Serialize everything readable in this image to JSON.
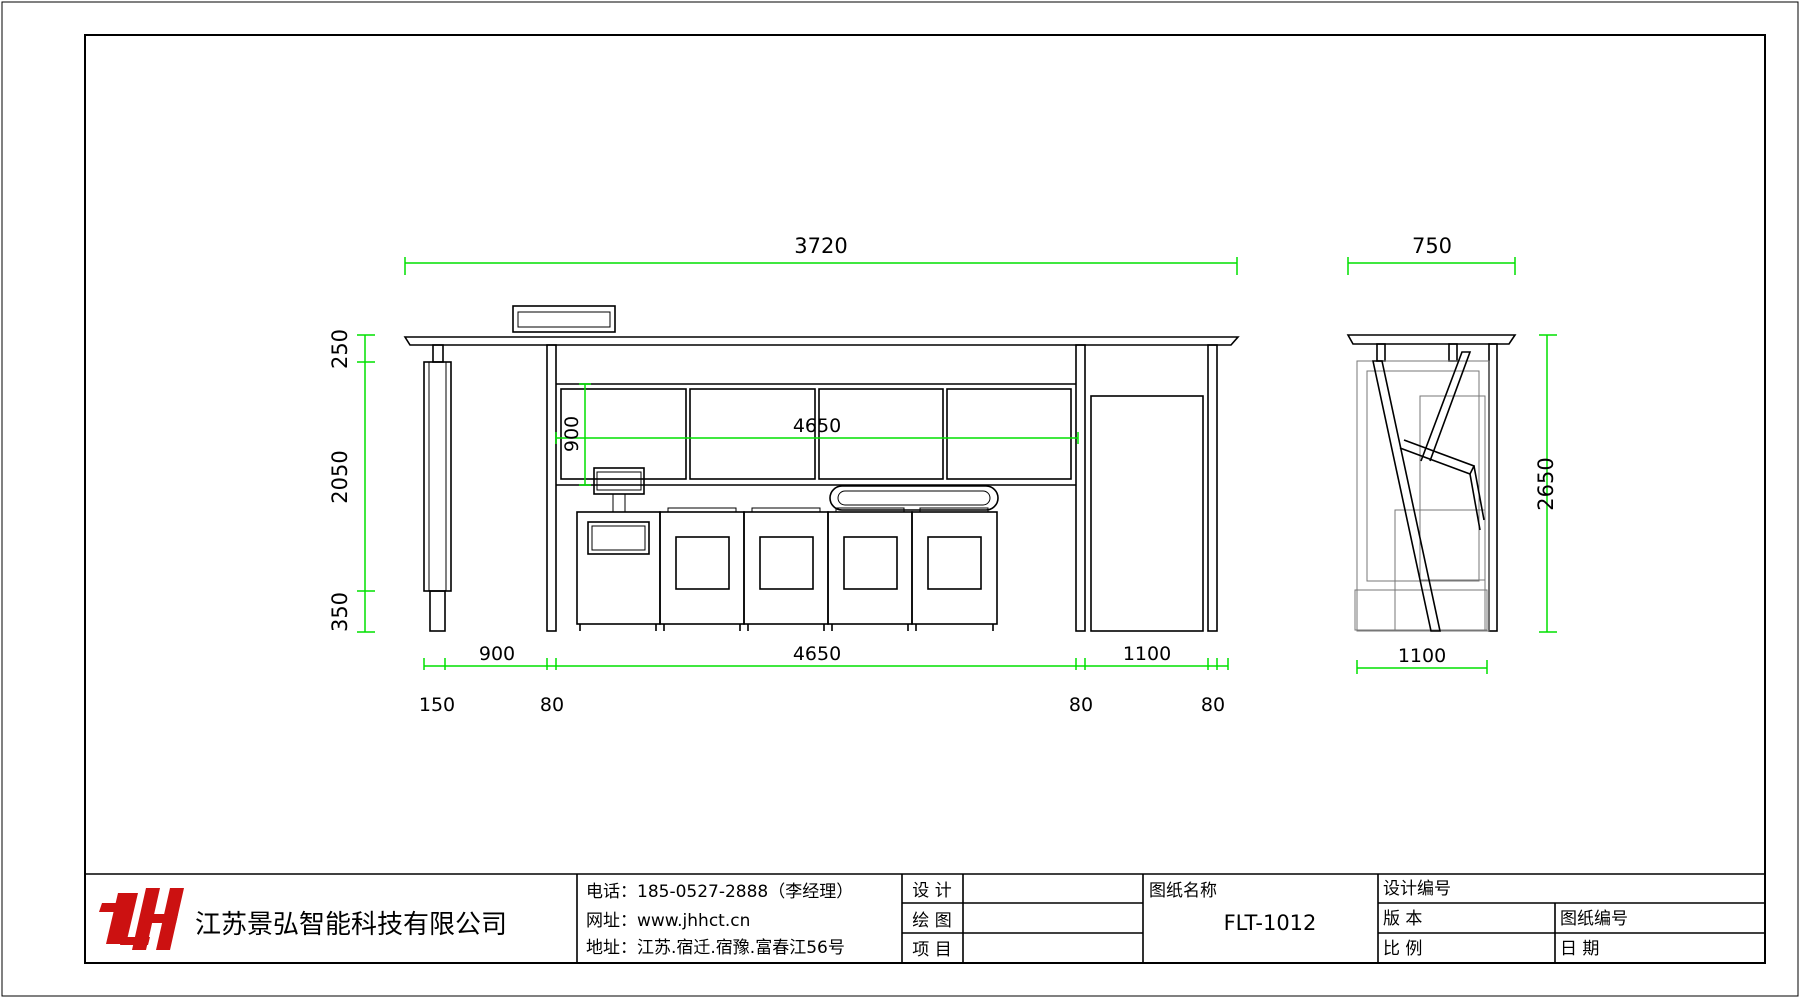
{
  "front_view": {
    "dims": {
      "total_width": "3720",
      "shelf_width": "4650",
      "shelf_height": "900",
      "top_height": "250",
      "mid_height": "2050",
      "bottom_height": "350",
      "seg_150": "150",
      "seg_900": "900",
      "seg_80_a": "80",
      "seg_4650": "4650",
      "seg_80_b": "80",
      "seg_1100": "1100",
      "seg_80_c": "80"
    }
  },
  "side_view": {
    "dims": {
      "width": "750",
      "height": "2650",
      "base": "1100"
    }
  },
  "title_block": {
    "company": "江苏景弘智能科技有限公司",
    "phone": "电话：185-0527-2888（李经理）",
    "website": "网址：www.jhhct.cn",
    "address": "地址：江苏.宿迁.宿豫.富春江56号",
    "design_label": "设 计",
    "draw_label": "绘 图",
    "project_label": "项 目",
    "drawing_name_label": "图纸名称",
    "drawing_code": "FLT-1012",
    "design_no_label": "设计编号",
    "version_label": "版 本",
    "drawing_no_label": "图纸编号",
    "scale_label": "比 例",
    "date_label": "日 期"
  },
  "colors": {
    "dimension": "#00e000",
    "outline": "#000000",
    "logo": "#cc1111"
  }
}
